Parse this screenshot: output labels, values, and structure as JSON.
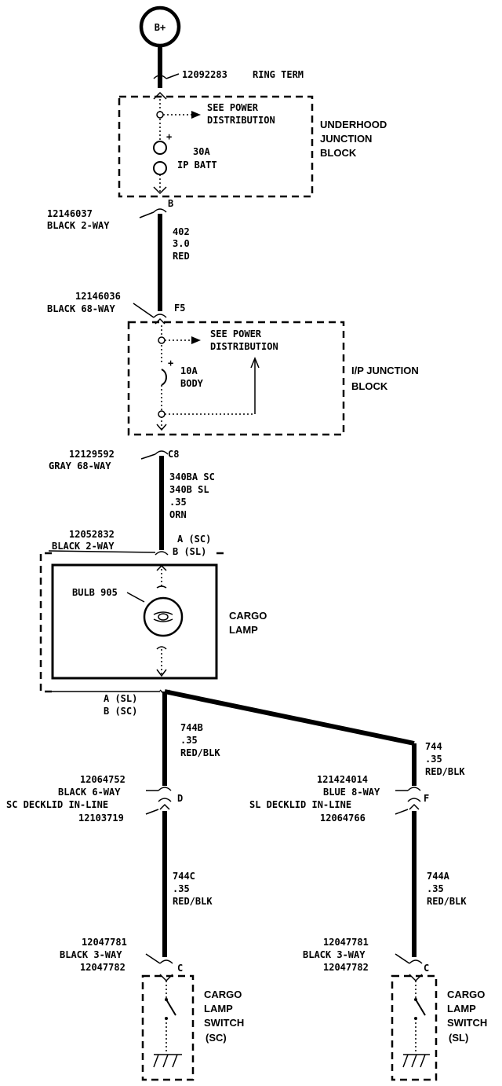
{
  "source": {
    "label": "B+"
  },
  "ring_term": {
    "part": "12092283",
    "desc": "RING TERM"
  },
  "underhood": {
    "see_power_1": "SEE POWER",
    "see_power_2": "DISTRIBUTION",
    "fuse_amp": "30A",
    "fuse_name": "IP BATT",
    "block_1": "UNDERHOOD",
    "block_2": "JUNCTION",
    "block_3": "BLOCK",
    "plus": "+"
  },
  "conn_b": {
    "part": "12146037",
    "desc": "BLACK 2-WAY",
    "pin": "B"
  },
  "wire_402": {
    "circuit": "402",
    "gauge": "3.0",
    "color": "RED"
  },
  "conn_f5": {
    "part": "12146036",
    "desc": "BLACK 68-WAY",
    "pin": "F5"
  },
  "ip_block": {
    "see_power_1": "SEE POWER",
    "see_power_2": "DISTRIBUTION",
    "fuse_amp": "10A",
    "fuse_name": "BODY",
    "block_1": "I/P JUNCTION",
    "block_2": "BLOCK",
    "plus": "+"
  },
  "conn_c8": {
    "part": "12129592",
    "desc": "GRAY 68-WAY",
    "pin": "C8"
  },
  "wire_340": {
    "line1": "340BA SC",
    "line2": "340B SL",
    "gauge": ".35",
    "color": "ORN"
  },
  "conn_lamp_in": {
    "part": "12052832",
    "desc": "BLACK 2-WAY",
    "pin_sc": "A (SC)",
    "pin_sl": "B (SL)"
  },
  "cargo_lamp": {
    "bulb": "BULB 905",
    "name_1": "CARGO",
    "name_2": "LAMP"
  },
  "lamp_out": {
    "pin_sl": "A (SL)",
    "pin_sc": "B (SC)"
  },
  "wire_744b": {
    "circuit": "744B",
    "gauge": ".35",
    "color": "RED/BLK"
  },
  "wire_744": {
    "circuit": "744",
    "gauge": ".35",
    "color": "RED/BLK"
  },
  "inline_sc": {
    "part_1": "12064752",
    "desc_1": "BLACK 6-WAY",
    "desc_2": "SC DECKLID IN-LINE",
    "part_2": "12103719",
    "pin": "D"
  },
  "inline_sl": {
    "part_1": "121424014",
    "desc_1": "BLUE 8-WAY",
    "desc_2": "SL DECKLID IN-LINE",
    "part_2": "12064766",
    "pin": "F"
  },
  "wire_744c": {
    "circuit": "744C",
    "gauge": ".35",
    "color": "RED/BLK"
  },
  "wire_744a": {
    "circuit": "744A",
    "gauge": ".35",
    "color": "RED/BLK"
  },
  "switch_conn_sc": {
    "part_1": "12047781",
    "desc": "BLACK 3-WAY",
    "part_2": "12047782",
    "pin": "C"
  },
  "switch_conn_sl": {
    "part_1": "12047781",
    "desc": "BLACK 3-WAY",
    "part_2": "12047782",
    "pin": "C"
  },
  "switch_sc": {
    "l1": "CARGO",
    "l2": "LAMP",
    "l3": "SWITCH",
    "l4": "(SC)"
  },
  "switch_sl": {
    "l1": "CARGO",
    "l2": "LAMP",
    "l3": "SWITCH",
    "l4": "(SL)"
  }
}
